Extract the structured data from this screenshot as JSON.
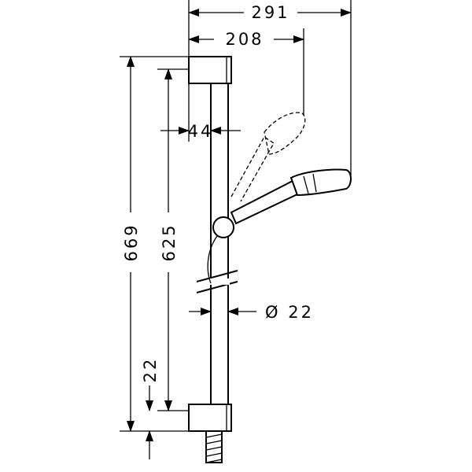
{
  "dimensions": {
    "overall_reach": "291",
    "head_reach": "208",
    "rail_offset": "44",
    "pipe_diameter": "Ø 22",
    "total_height": "669",
    "rail_length": "625",
    "bottom_offset": "22"
  }
}
